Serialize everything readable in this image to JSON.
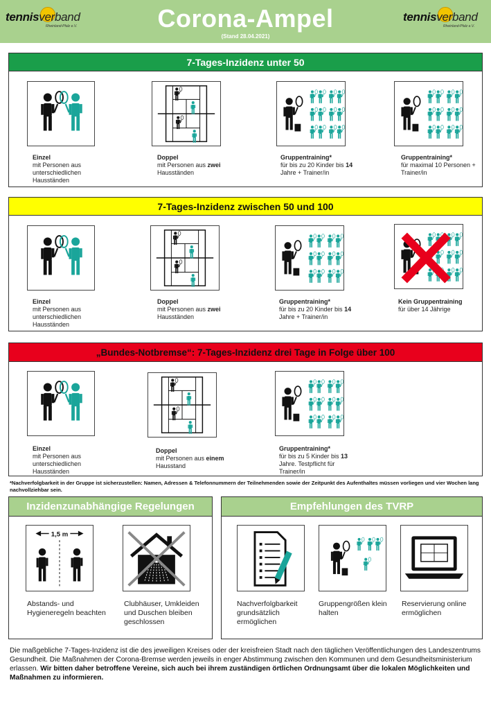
{
  "header": {
    "title": "Corona-Ampel",
    "stand": "(Stand 28.04.2021)",
    "logo_a": "tennis",
    "logo_b": "verband",
    "logo_sub": "Rheinland-Pfalz e.V."
  },
  "colors": {
    "header_green": "#a9d18e",
    "green": "#1a9e4a",
    "yellow": "#ffff00",
    "red": "#e8001c",
    "teal": "#1aa59a"
  },
  "section1": {
    "title": "7-Tages-Inzidenz unter 50",
    "cards": [
      {
        "bold": "Einzel",
        "text": "mit Personen aus unterschiedlichen Hausständen",
        "icon": "single-players-icon"
      },
      {
        "bold": "Doppel",
        "pre": "mit Personen aus",
        "boldmid": "zwei",
        "post": "Hausständen",
        "icon": "double-court-icon"
      },
      {
        "bold": "Gruppentraining*",
        "pre": "für bis zu 20 Kinder bis",
        "boldmid": "14",
        "post": "Jahre + Trainer/in",
        "icon": "group-training-icon"
      },
      {
        "bold": "Gruppentraining*",
        "text": "für maximal 10 Personen + Trainer/in",
        "icon": "group-training-icon"
      }
    ]
  },
  "section2": {
    "title": "7-Tages-Inzidenz zwischen 50 und 100",
    "cards": [
      {
        "bold": "Einzel",
        "text": "mit Personen aus unterschiedlichen Hausständen",
        "icon": "single-players-icon"
      },
      {
        "bold": "Doppel",
        "pre": "mit Personen aus",
        "boldmid": "zwei",
        "post": "Hausständen",
        "icon": "double-court-icon"
      },
      {
        "bold": "Gruppentraining*",
        "pre": "für bis zu 20 Kinder bis",
        "boldmid": "14",
        "post": "Jahre + Trainer/in",
        "icon": "group-training-icon"
      },
      {
        "bold": "Kein Gruppentraining",
        "text": "für über 14 Jährige",
        "icon": "no-group-training-icon"
      }
    ]
  },
  "section3": {
    "title": "„Bundes-Notbremse“: 7-Tages-Inzidenz drei Tage in Folge über 100",
    "cards": [
      {
        "bold": "Einzel",
        "text": "mit Personen aus unterschiedlichen Hausständen",
        "icon": "single-players-icon"
      },
      {
        "bold": "Doppel",
        "pre": "mit Personen aus",
        "boldmid": "einem",
        "post": "Hausstand",
        "icon": "double-court-icon"
      },
      {
        "bold": "Gruppentraining*",
        "pre": "für bis zu 5 Kinder bis",
        "boldmid": "13",
        "post": "Jahre. Testpflicht für Trainer/in",
        "icon": "group-training-icon"
      }
    ]
  },
  "footnote": "*Nachverfolgbarkeit in der Gruppe ist sicherzustellen: Namen, Adressen & Telefonnummern der Teilnehmenden sowie der Zeitpunkt des Aufenthaltes müssen vorliegen und vier Wochen lang nachvollziehbar sein.",
  "rules": {
    "title": "Inzidenzunabhängige Regelungen",
    "distance_label": "1,5 m",
    "items": [
      {
        "text": "Abstands- und Hygieneregeln beachten",
        "icon": "distance-icon"
      },
      {
        "text": "Clubhäuser, Umkleiden und Duschen bleiben geschlossen",
        "icon": "clubhouse-closed-icon"
      }
    ]
  },
  "recommendations": {
    "title": "Empfehlungen des TVRP",
    "items": [
      {
        "text": "Nachverfolgbarkeit grundsätzlich ermöglichen",
        "icon": "document-icon"
      },
      {
        "text": "Gruppengrößen klein halten",
        "icon": "small-group-icon"
      },
      {
        "text": "Reservierung online ermöglichen",
        "icon": "laptop-icon"
      }
    ]
  },
  "closing": {
    "text": "Die maßgebliche 7-Tages-Inzidenz ist die des jeweiligen Kreises oder der kreisfreien Stadt nach den täglichen Veröffentlichungen des Landeszentrums Gesundheit. Die Maßnahmen der Corona-Bremse werden jeweils in enger Abstimmung zwischen den Kommunen und dem Gesundheitsministerium erlassen.",
    "bold": "Wir bitten daher betroffene Vereine, sich auch bei ihrem zuständigen örtlichen Ordnungsamt über die lokalen Möglichkeiten und Maßnahmen zu informieren."
  }
}
